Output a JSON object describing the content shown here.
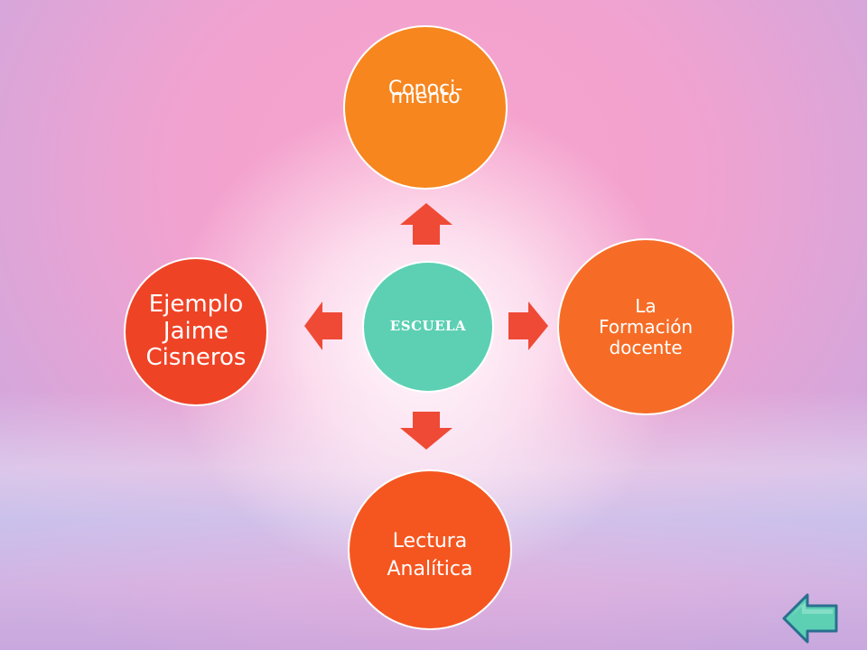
{
  "diagram": {
    "center": {
      "label": "ESCUELA",
      "color": "#5dd0b4"
    },
    "nodes": [
      {
        "id": "top",
        "label_lines": [
          "Conoci-",
          "miento"
        ],
        "color": "#f7861f"
      },
      {
        "id": "right",
        "label_lines": [
          "La",
          "Formación",
          "docente"
        ],
        "color": "#f66c26"
      },
      {
        "id": "bottom",
        "label_lines": [
          "Lectura",
          "Analítica"
        ],
        "color": "#f55620"
      },
      {
        "id": "left",
        "label_lines": [
          "Ejemplo",
          "Jaime",
          "Cisneros"
        ],
        "color": "#ef4326"
      }
    ],
    "arrow_color": "#ef4a36"
  },
  "navigation": {
    "back_button_color": "#5dd0b4",
    "icon": "left-arrow-icon"
  }
}
